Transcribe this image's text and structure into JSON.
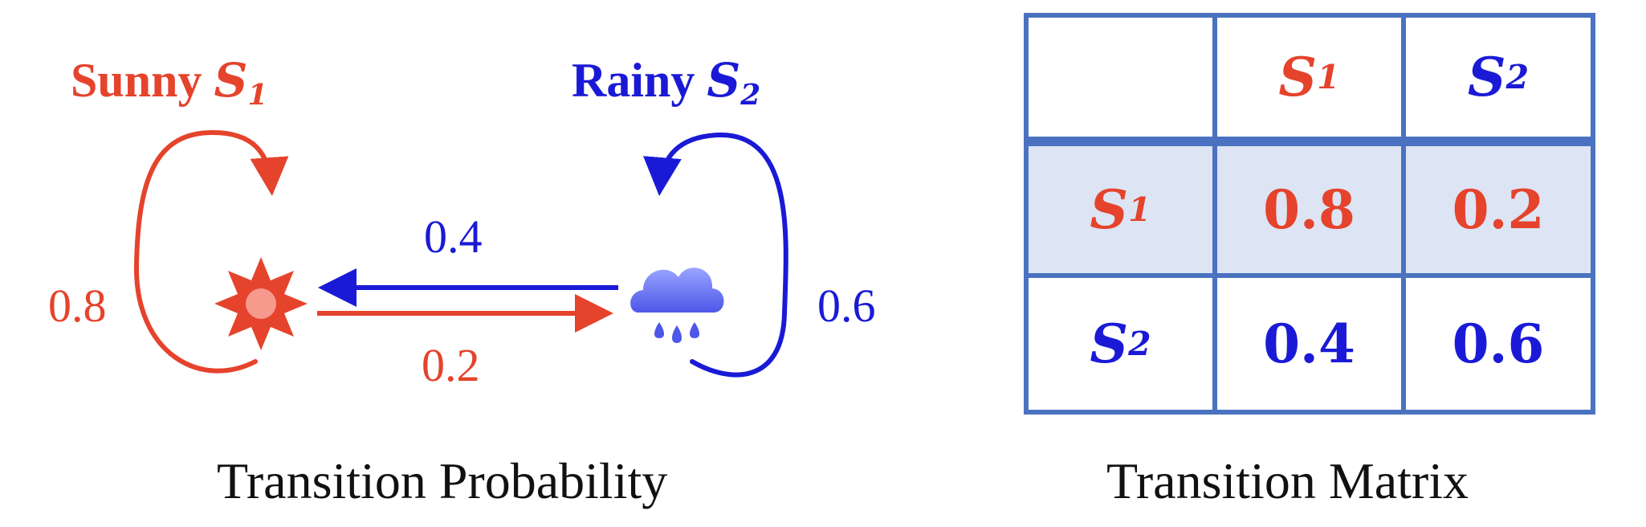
{
  "colors": {
    "sunny": "#e5432c",
    "rainy": "#1a1ad6",
    "matrix_border": "#4a72c0",
    "highlight_row": "#dde4f4"
  },
  "states": {
    "sunny": {
      "label": "Sunny",
      "symbol": "S",
      "index": "1",
      "icon": "sun-icon"
    },
    "rainy": {
      "label": "Rainy",
      "symbol": "S",
      "index": "2",
      "icon": "rain-cloud-icon"
    }
  },
  "probabilities": {
    "sunny_to_sunny": "0.8",
    "sunny_to_rainy": "0.2",
    "rainy_to_sunny": "0.4",
    "rainy_to_rainy": "0.6"
  },
  "captions": {
    "left": "Transition Probability",
    "right": "Transition Matrix"
  },
  "matrix": {
    "corner": "",
    "col_headers": [
      {
        "symbol": "S",
        "index": "1"
      },
      {
        "symbol": "S",
        "index": "2"
      }
    ],
    "rows": [
      {
        "symbol": "S",
        "index": "1",
        "values": [
          "0.8",
          "0.2"
        ]
      },
      {
        "symbol": "S",
        "index": "2",
        "values": [
          "0.4",
          "0.6"
        ]
      }
    ]
  }
}
